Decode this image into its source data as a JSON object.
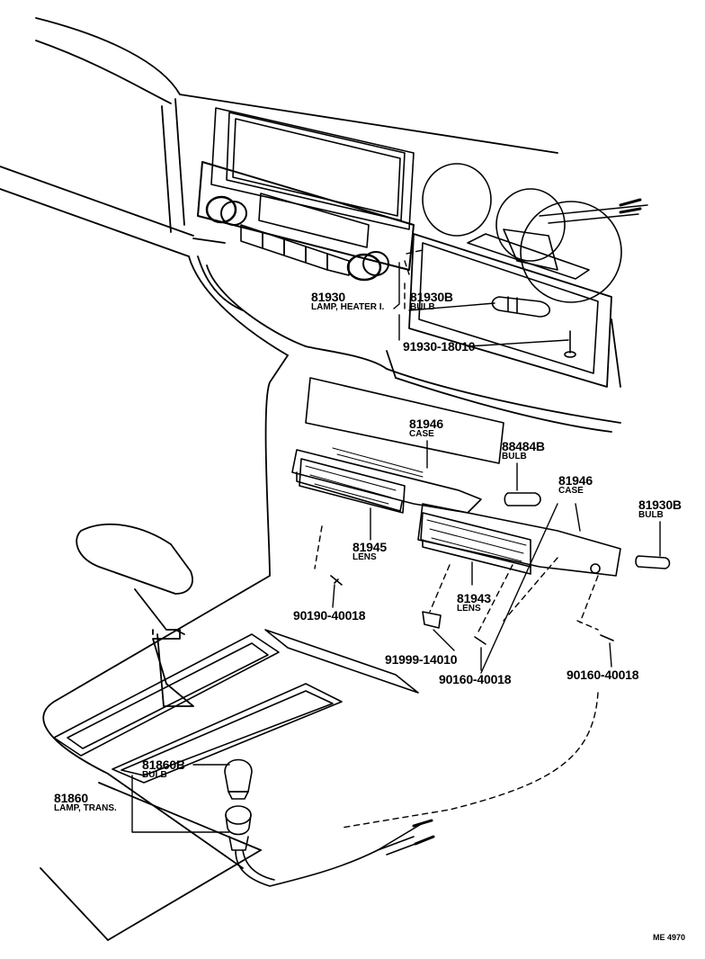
{
  "labels": {
    "l81930": {
      "part": "81930",
      "name": "LAMP, HEATER I."
    },
    "l81930b_top": {
      "part": "81930B",
      "name": "BULB"
    },
    "l91930": {
      "part": "91930-18010"
    },
    "l81946_a": {
      "part": "81946",
      "name": "CASE"
    },
    "l88484b": {
      "part": "88484B",
      "name": "BULB"
    },
    "l81946_b": {
      "part": "81946",
      "name": "CASE"
    },
    "l81930b_right": {
      "part": "81930B",
      "name": "BULB"
    },
    "l81945": {
      "part": "81945",
      "name": "LENS"
    },
    "l81943": {
      "part": "81943",
      "name": "LENS"
    },
    "l90190": {
      "part": "90190-40018"
    },
    "l91999": {
      "part": "91999-14010"
    },
    "l90160_a": {
      "part": "90160-40018"
    },
    "l90160_b": {
      "part": "90160-40018"
    },
    "l81860b": {
      "part": "81860B",
      "name": "BULB"
    },
    "l81860": {
      "part": "81860",
      "name": "LAMP, TRANS."
    }
  },
  "figure_code": "ME 4970"
}
